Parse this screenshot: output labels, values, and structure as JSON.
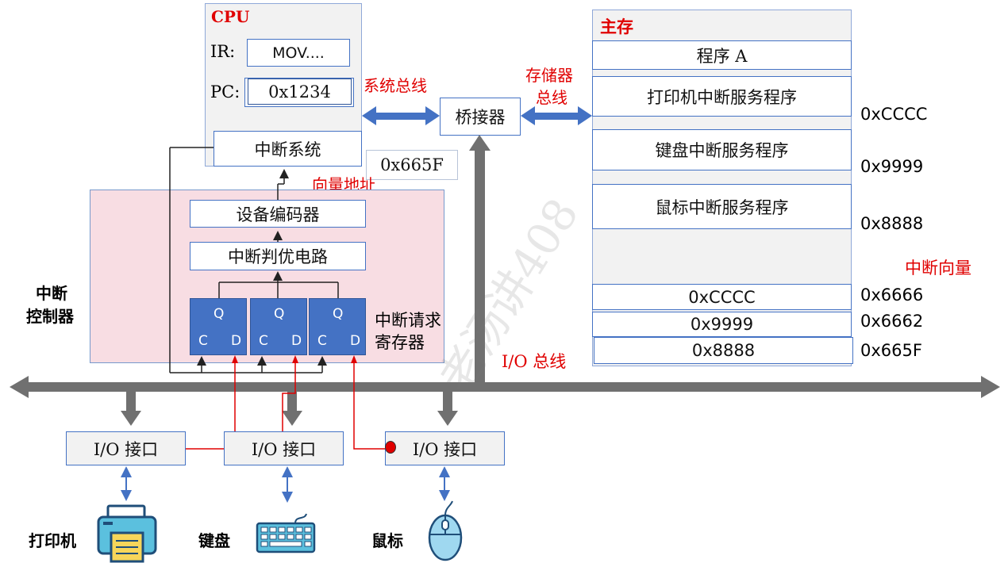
{
  "cpu": {
    "title": "CPU",
    "ir_label": "IR:",
    "ir_value": "MOV....",
    "pc_label": "PC:",
    "pc_value": "0x1234",
    "interrupt_system": "中断系统"
  },
  "vector_address_value": "0x665F",
  "vector_address_label": "向量地址",
  "system_bus_label": "系统总线",
  "bridge_label": "桥接器",
  "memory_bus_label_line1": "存储器",
  "memory_bus_label_line2": "总线",
  "memory": {
    "title": "主存",
    "program_a": "程序 A",
    "printer_isr": "打印机中断服务程序",
    "keyboard_isr": "键盘中断服务程序",
    "mouse_isr": "鼠标中断服务程序",
    "addr_printer": "0xCCCC",
    "addr_keyboard": "0x9999",
    "addr_mouse": "0x8888",
    "vector_title": "中断向量",
    "vectors": [
      {
        "value": "0xCCCC",
        "address": "0x6666"
      },
      {
        "value": "0x9999",
        "address": "0x6662"
      },
      {
        "value": "0x8888",
        "address": "0x665F"
      }
    ]
  },
  "controller": {
    "label_line1": "中断",
    "label_line2": "控制器",
    "encoder": "设备编码器",
    "priority": "中断判优电路",
    "register_line1": "中断请求",
    "register_line2": "寄存器",
    "ff_q": "Q",
    "ff_c": "C",
    "ff_d": "D"
  },
  "io_bus_label": "I/O 总线",
  "io_interfaces": [
    "I/O 接口",
    "I/O 接口",
    "I/O 接口"
  ],
  "devices": [
    "打印机",
    "键盘",
    "鼠标"
  ],
  "watermark": "老汤讲408",
  "colors": {
    "accent_red": "#e00000",
    "box_border": "#4472c4",
    "bus_gray": "#707070",
    "arrow_blue": "#4472c4"
  }
}
